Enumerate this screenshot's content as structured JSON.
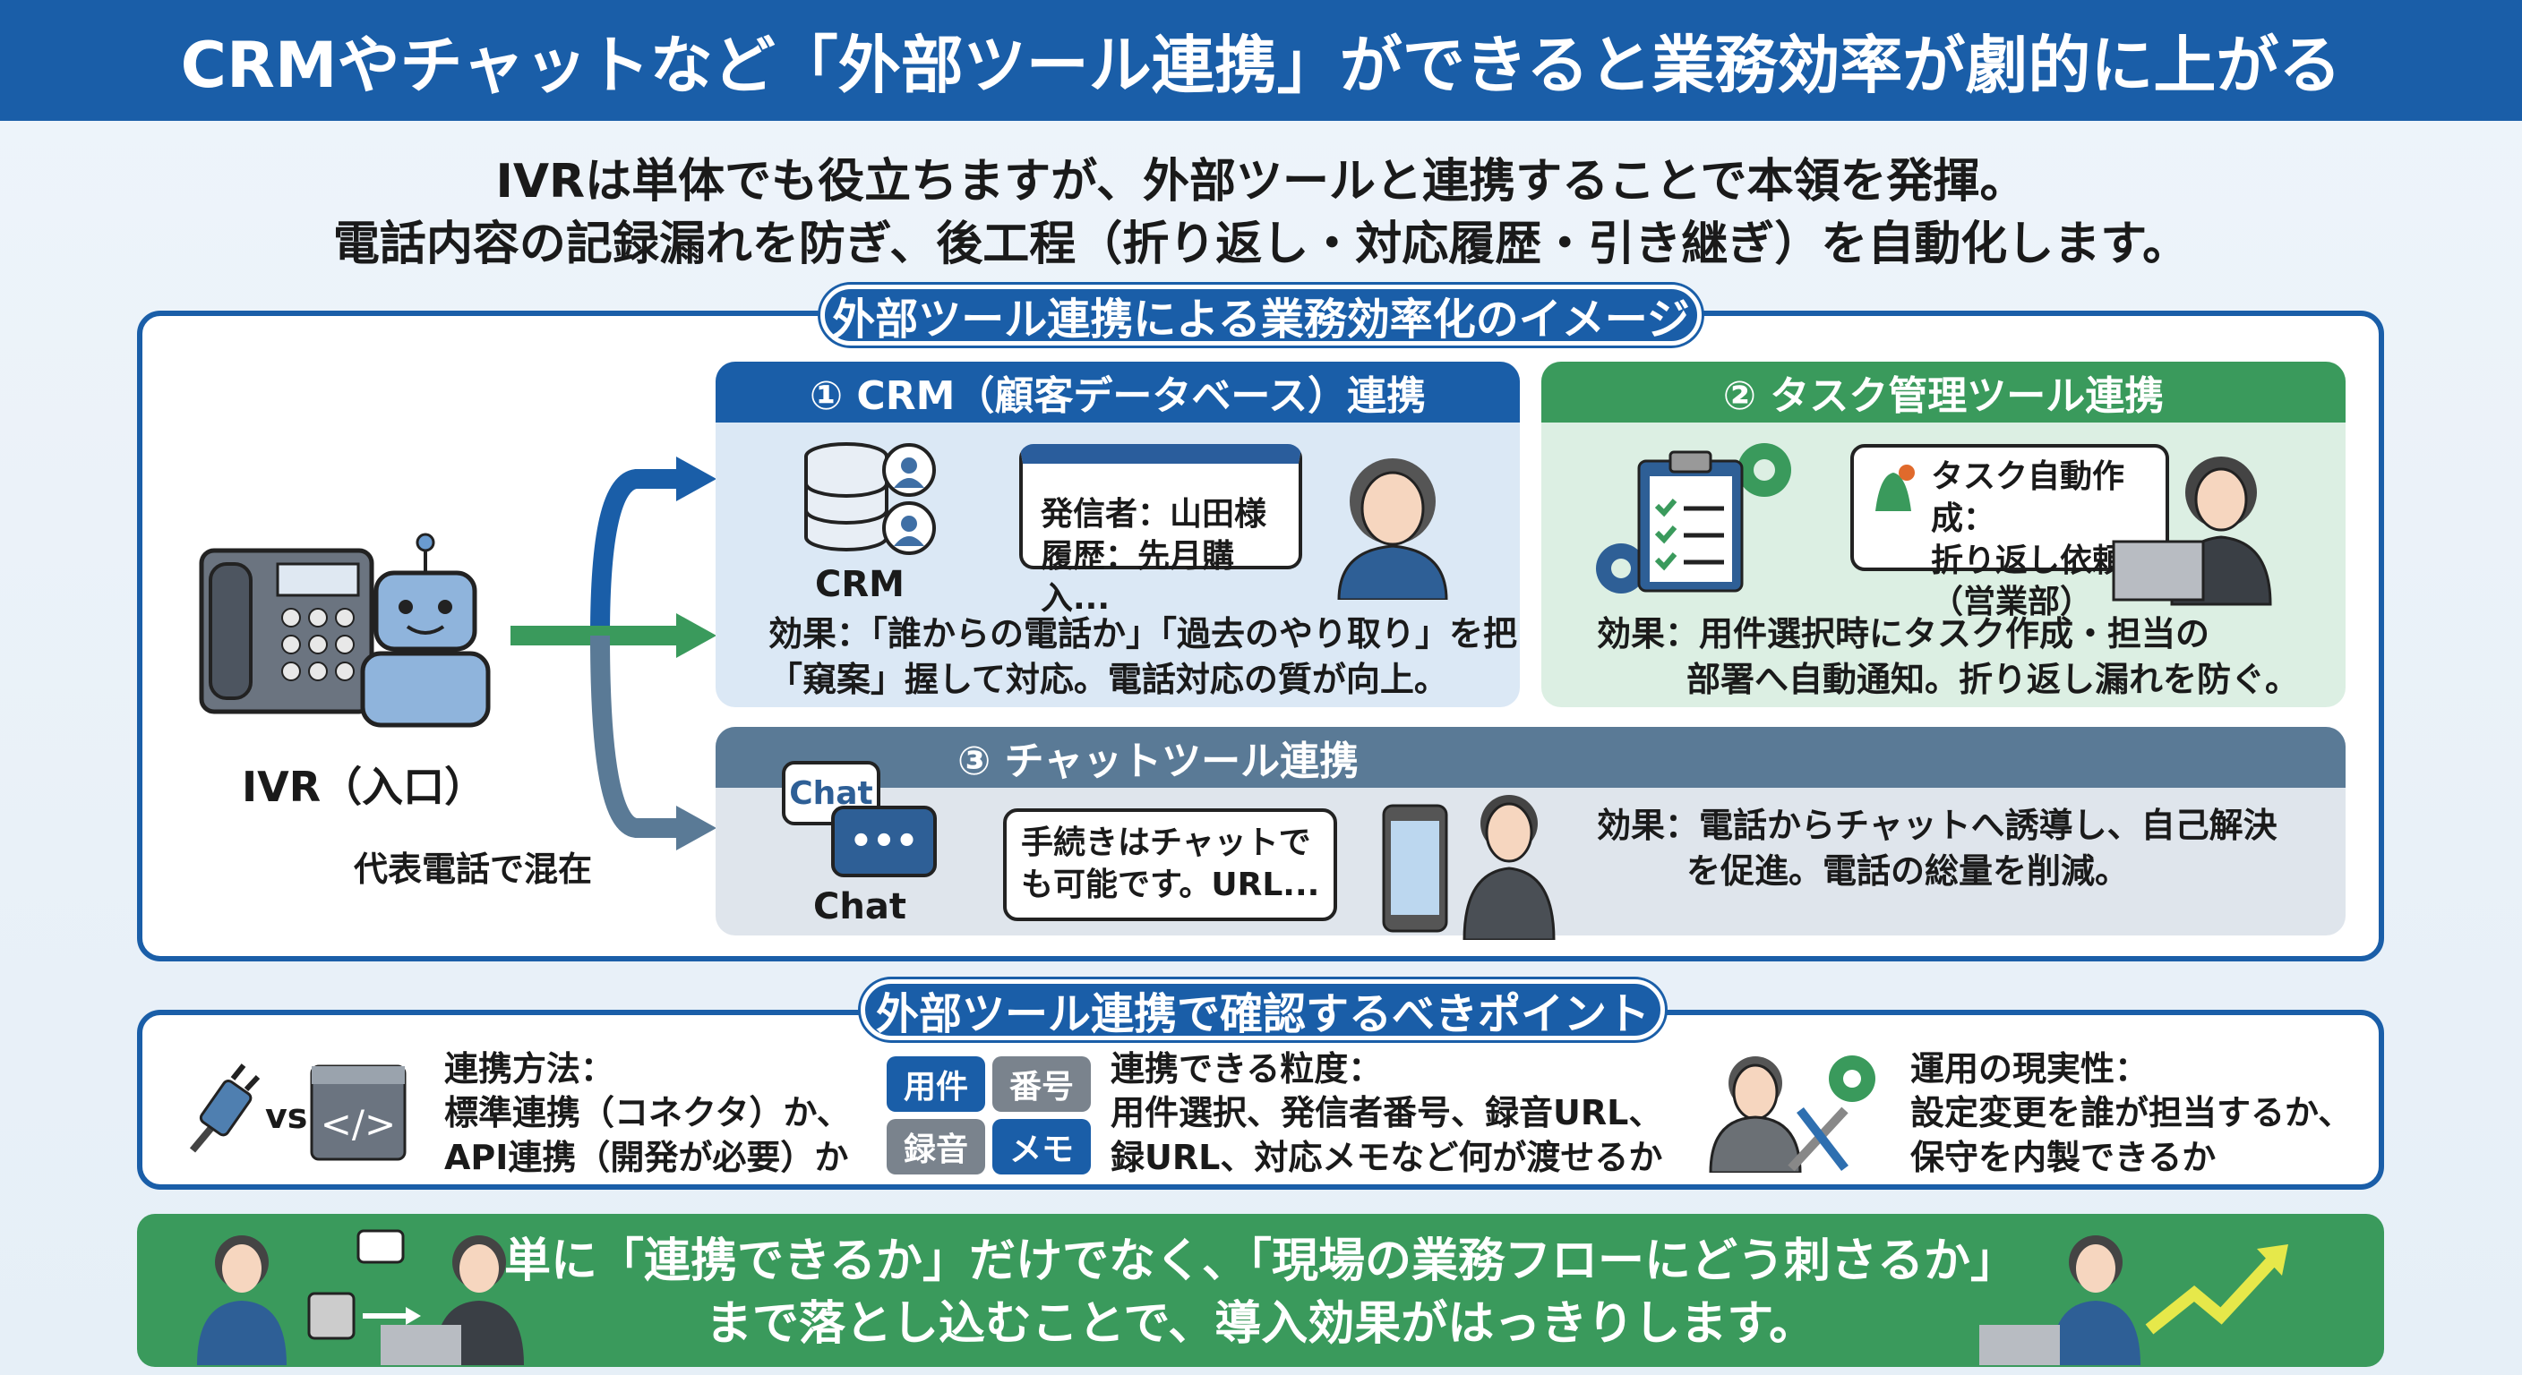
{
  "title": "CRMやチャットなど「外部ツール連携」ができると業務効率が劇的に上がる",
  "intro": [
    "IVRは単体でも役立ちますが、外部ツールと連携することで本領を発揮。",
    "電話内容の記録漏れを防ぎ、後工程（折り返し・対応履歴・引き継ぎ）を自動化します。"
  ],
  "main": {
    "label": "外部ツール連携による業務効率化のイメージ",
    "ivr": {
      "label": "IVR（入口）",
      "sub": "代表電話で混在"
    },
    "panels": [
      {
        "header": "① CRM（顧客データベース）連携",
        "icon_label": "CRM",
        "bubble": [
          "発信者：山田様",
          "履歴：先月購入..."
        ],
        "effect": [
          "効果：「誰からの電話か」「過去のやり取り」を把",
          "「窺案」握して対応。電話対応の質が向上。"
        ],
        "color": "#1a5ea8",
        "bg": "#dbe8f5"
      },
      {
        "header": "② タスク管理ツール連携",
        "bubble": [
          "タスク自動作成：",
          "折り返し依頼",
          "（営業部）"
        ],
        "effect": [
          "効果：用件選択時にタスク作成・担当の",
          "部署へ自動通知。折り返し漏れを防ぐ。"
        ],
        "color": "#3a9a5c",
        "bg": "#dcefe3"
      },
      {
        "header": "③ チャットツール連携",
        "icon_bubble": "Chat",
        "icon_label": "Chat",
        "bubble": [
          "手続きはチャットで",
          "も可能です。URL..."
        ],
        "effect": [
          "効果：電話からチャットへ誘導し、自己解決",
          "を促進。電話の総量を削減。"
        ],
        "color": "#5a7a96",
        "bg": "#dfe5ec"
      }
    ]
  },
  "points": {
    "label": "外部ツール連携で確認するべきポイント",
    "vs": "vs",
    "items": [
      {
        "lines": [
          "連携方法：",
          "標準連携（コネクタ）か、",
          "API連携（開発が必要）か"
        ]
      },
      {
        "tags": [
          "用件",
          "番号",
          "録音",
          "メモ"
        ],
        "lines": [
          "連携できる粒度：",
          "用件選択、発信者番号、録音URL、",
          "録URL、対応メモなど何が渡せるか"
        ]
      },
      {
        "lines": [
          "運用の現実性：",
          "設定変更を誰が担当するか、",
          "保守を内製できるか"
        ]
      }
    ]
  },
  "footer": [
    "単に「連携できるか」だけでなく、「現場の業務フローにどう刺さるか」",
    "まで落とし込むことで、導入効果がはっきりします。"
  ],
  "colors": {
    "primary": "#1a5ea8",
    "green": "#3a9a5c",
    "slate": "#5a7a96"
  }
}
